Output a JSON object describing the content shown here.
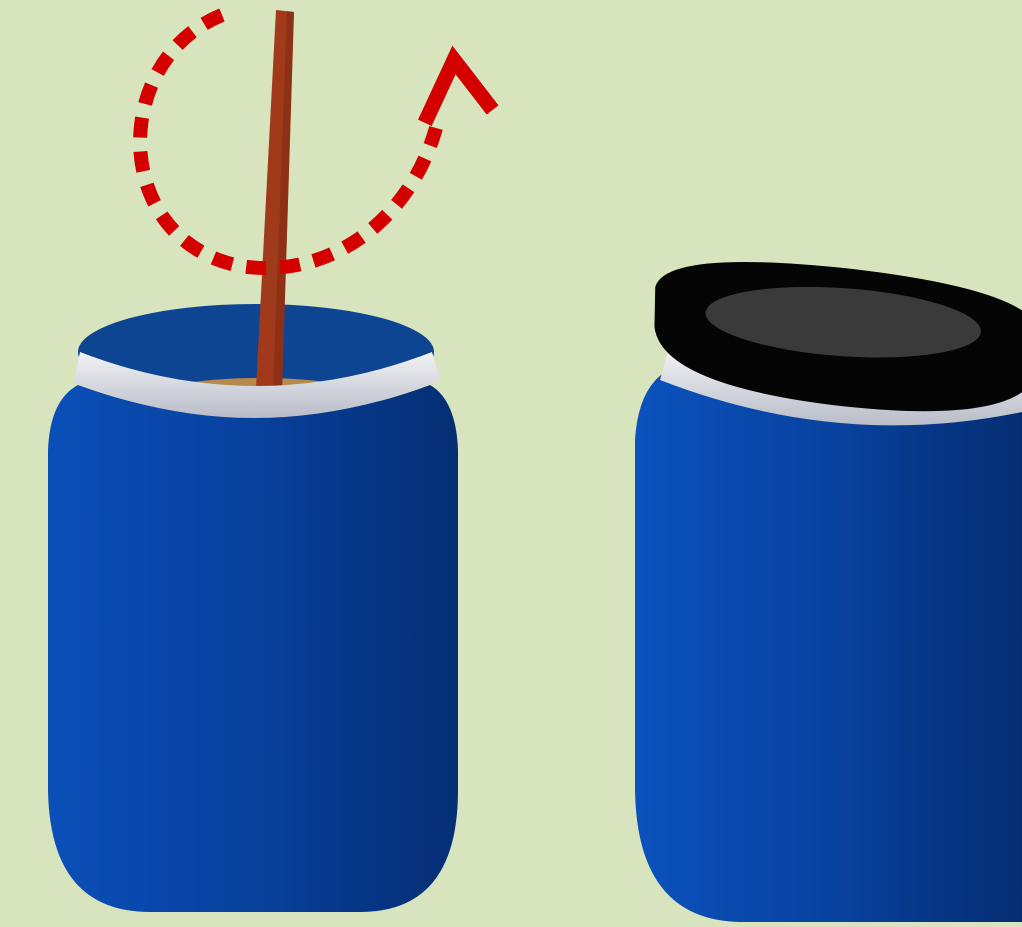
{
  "colors": {
    "background": "#d8e4bd",
    "barrel_light": "#0a4db5",
    "barrel_dark": "#06307a",
    "barrel_inside": "#0d4593",
    "rim": "#d8dbe3",
    "rim_shadow": "#a9aebb",
    "contents": "#b78a4c",
    "stick": "#a03a1b",
    "stick_dark": "#7c2a12",
    "arrow": "#d40000",
    "lid": "#050505",
    "lid_inner": "#3a3a3a"
  },
  "icons": {
    "stir_arrow": "circular-dashed-arrow",
    "open_barrel": "open-barrel-with-stick",
    "closed_barrel": "barrel-with-lid"
  }
}
